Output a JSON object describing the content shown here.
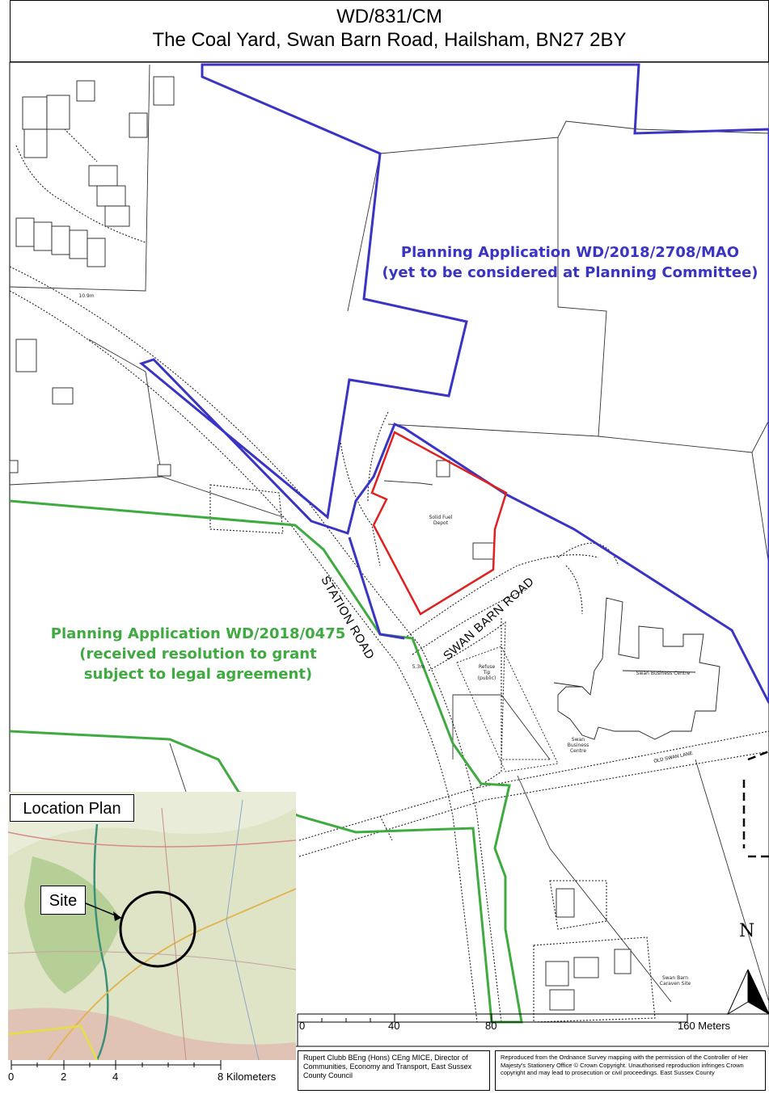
{
  "header": {
    "reference": "WD/831/CM",
    "address": "The Coal Yard, Swan Barn Road, Hailsham, BN27 2BY"
  },
  "applications": {
    "blue": {
      "line1": "Planning Application WD/2018/2708/MAO",
      "line2": "(yet to be considered at Planning Committee)",
      "color": "#3a34c4"
    },
    "green": {
      "line1": "Planning Application WD/2018/0475",
      "line2": "(received resolution to grant",
      "line3": "subject to legal agreement)",
      "color": "#3faa3f"
    },
    "site_color": "#e02020"
  },
  "map_labels": {
    "site_name_1": "Solid Fuel",
    "site_name_2": "Depot",
    "station_road": "STATION ROAD",
    "swan_barn_road": "SWAN BARN ROAD",
    "refuse_1": "Refuse",
    "refuse_2": "Tip",
    "refuse_3": "(public)",
    "business_centre": "Swan Business Centre",
    "business_centre_small_1": "Swan",
    "business_centre_small_2": "Business",
    "business_centre_small_3": "Centre",
    "old_swan_lane": "OLD SWAN LANE",
    "caraven_1": "Swan Barn",
    "caraven_2": "Caraven Site",
    "level_1": "10.9m",
    "level_2": "5.3m"
  },
  "inset": {
    "title": "Location Plan",
    "site_label": "Site",
    "scale": [
      "0",
      "2",
      "4",
      "8 Kilometers"
    ]
  },
  "main_scale": [
    "0",
    "40",
    "80",
    "160 Meters"
  ],
  "north": "N",
  "credits": {
    "left": "Rupert Clubb BEng (Hons) CEng MICE, Director of Communities, Economy and Transport, East Sussex County Council",
    "right": "Reproduced from the Ordnance Survey mapping with the permission of the Controller of Her Majesty's Stationery Office © Crown Copyright. Unauthorised reproduction infringes Crown copyright and may lead to prosecution or civil proceedings. East Sussex County"
  }
}
